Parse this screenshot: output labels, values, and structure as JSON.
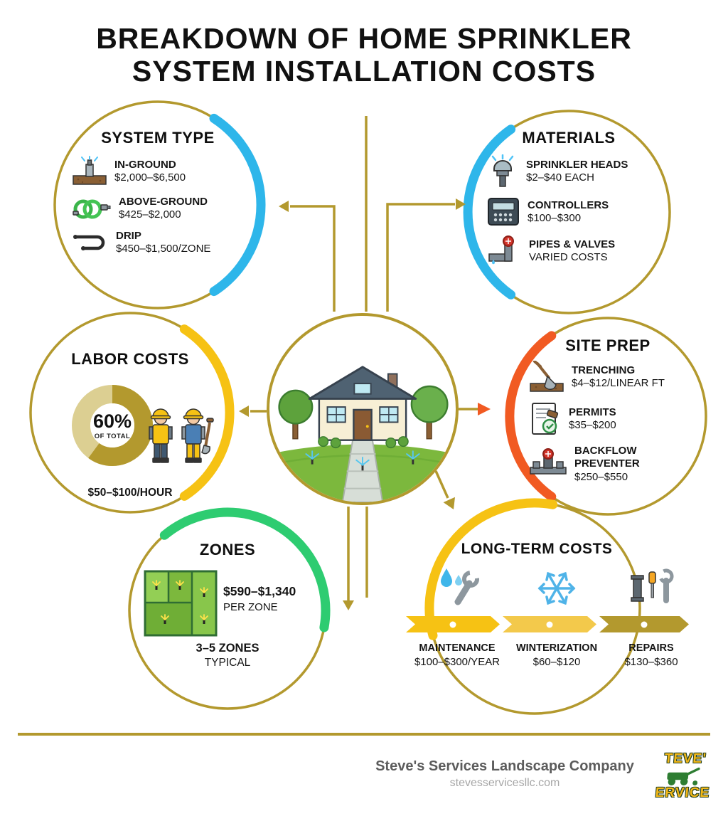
{
  "title": {
    "line1": "BREAKDOWN OF HOME SPRINKLER",
    "line2": "SYSTEM INSTALLATION COSTS"
  },
  "sections": {
    "system_type": {
      "title": "SYSTEM TYPE",
      "accent_color": "#2eb6ea",
      "items": [
        {
          "icon": "in-ground-sprinkler-icon",
          "label": "IN-GROUND",
          "value": "$2,000–$6,500"
        },
        {
          "icon": "garden-hose-icon",
          "label": "ABOVE-GROUND",
          "value": "$425–$2,000"
        },
        {
          "icon": "drip-line-icon",
          "label": "DRIP",
          "value": "$450–$1,500/ZONE"
        }
      ]
    },
    "materials": {
      "title": "MATERIALS",
      "accent_color": "#2eb6ea",
      "items": [
        {
          "icon": "sprinkler-head-icon",
          "label": "SPRINKLER HEADS",
          "value": "$2–$40 EACH"
        },
        {
          "icon": "controller-icon",
          "label": "CONTROLLERS",
          "value": "$100–$300"
        },
        {
          "icon": "pipes-valves-icon",
          "label": "PIPES & VALVES",
          "value": "VARIED COSTS"
        }
      ]
    },
    "labor_costs": {
      "title": "LABOR COSTS",
      "accent_color": "#f6c214",
      "percent": "60%",
      "percent_caption": "OF TOTAL",
      "percent_value": 60,
      "rate": "$50–$100/HOUR"
    },
    "site_prep": {
      "title": "SITE PREP",
      "accent_color": "#f15a22",
      "items": [
        {
          "icon": "trenching-shovel-icon",
          "label": "TRENCHING",
          "value": "$4–$12/LINEAR FT"
        },
        {
          "icon": "permit-document-icon",
          "label": "PERMITS",
          "value": "$35–$200"
        },
        {
          "icon": "backflow-preventer-icon",
          "label": "BACKFLOW PREVENTER",
          "value": "$250–$550"
        }
      ]
    },
    "zones": {
      "title": "ZONES",
      "accent_color": "#2ecc71",
      "cost": "$590–$1,340",
      "cost_caption": "PER ZONE",
      "typical": "3–5 ZONES",
      "typical_caption": "TYPICAL"
    },
    "long_term": {
      "title": "LONG-TERM COSTS",
      "accent_color": "#f6c214",
      "items": [
        {
          "icon": "maintenance-wrench-drops-icon",
          "label": "MAINTENANCE",
          "value": "$100–$300/YEAR"
        },
        {
          "icon": "winterization-snowflake-icon",
          "label": "WINTERIZATION",
          "value": "$60–$120"
        },
        {
          "icon": "repairs-tools-icon",
          "label": "REPAIRS",
          "value": "$130–$360"
        }
      ]
    }
  },
  "center": {
    "illustration": "house-with-sprinklers"
  },
  "footer": {
    "company": "Steve's Services Landscape Company",
    "website": "stevesservicesllc.com",
    "logo_text_top": "TEVE'",
    "logo_text_bottom": "ERVICE"
  },
  "colors": {
    "outline_gold": "#b3992e",
    "blue": "#2eb6ea",
    "yellow": "#f6c214",
    "orange": "#f15a22",
    "green": "#2ecc71"
  }
}
